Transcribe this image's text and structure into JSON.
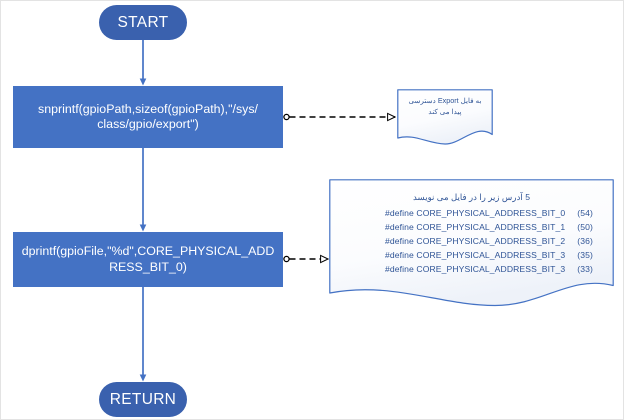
{
  "diagram": {
    "title": "GPIO export flowchart",
    "colors": {
      "terminator_fill": "#3A61AE",
      "process_fill": "#4472C4",
      "note_outline": "#4472C4",
      "note_text": "#2F5496",
      "connector_solid": "#4472C4",
      "connector_dashed": "#000000",
      "node_text": "#FFFFFF",
      "page_background": "#FFFFFF"
    }
  },
  "nodes": {
    "start": {
      "label": "START",
      "shape": "terminator"
    },
    "proc_snprintf": {
      "label": "snprintf(gpioPath,sizeof(gpioPath),\"/sys/class/gpio/export\")",
      "line1": "snprintf(gpioPath,sizeof(gpioPath),\"/sys/",
      "line2": "class/gpio/export\")",
      "shape": "process"
    },
    "proc_dprintf": {
      "label": "dprintf(gpioFile,\"%d\",CORE_PHYSICAL_ADDRESS_BIT_0)",
      "line1": "dprintf(gpioFile,\"%d\",CORE_PHYSICAL_ADD",
      "line2": "RESS_BIT_0)",
      "shape": "process"
    },
    "return": {
      "label": "RETURN",
      "shape": "terminator"
    }
  },
  "notes": {
    "export_note": {
      "shape": "document",
      "line1": "به فایل Export دسترسی",
      "line2": "پیدا می کند"
    },
    "defines_note": {
      "shape": "document",
      "heading": "5 آدرس زیر را در فایل می نویسد",
      "defines": [
        {
          "directive": "#define CORE_PHYSICAL_ADDRESS_BIT_0",
          "value": "(54)"
        },
        {
          "directive": "#define CORE_PHYSICAL_ADDRESS_BIT_1",
          "value": "(50)"
        },
        {
          "directive": "#define CORE_PHYSICAL_ADDRESS_BIT_2",
          "value": "(36)"
        },
        {
          "directive": "#define CORE_PHYSICAL_ADDRESS_BIT_3",
          "value": "(35)"
        },
        {
          "directive": "#define CORE_PHYSICAL_ADDRESS_BIT_3",
          "value": "(33)"
        }
      ]
    }
  },
  "connectors": {
    "start_to_snprintf": {
      "style": "solid",
      "arrow": "filled"
    },
    "snprintf_to_dprintf": {
      "style": "solid",
      "arrow": "filled"
    },
    "dprintf_to_return": {
      "style": "solid",
      "arrow": "filled"
    },
    "snprintf_to_export_note": {
      "style": "dashed",
      "arrow": "hollow",
      "source_marker": "circle"
    },
    "dprintf_to_defines_note": {
      "style": "dashed",
      "arrow": "hollow",
      "source_marker": "circle"
    }
  }
}
